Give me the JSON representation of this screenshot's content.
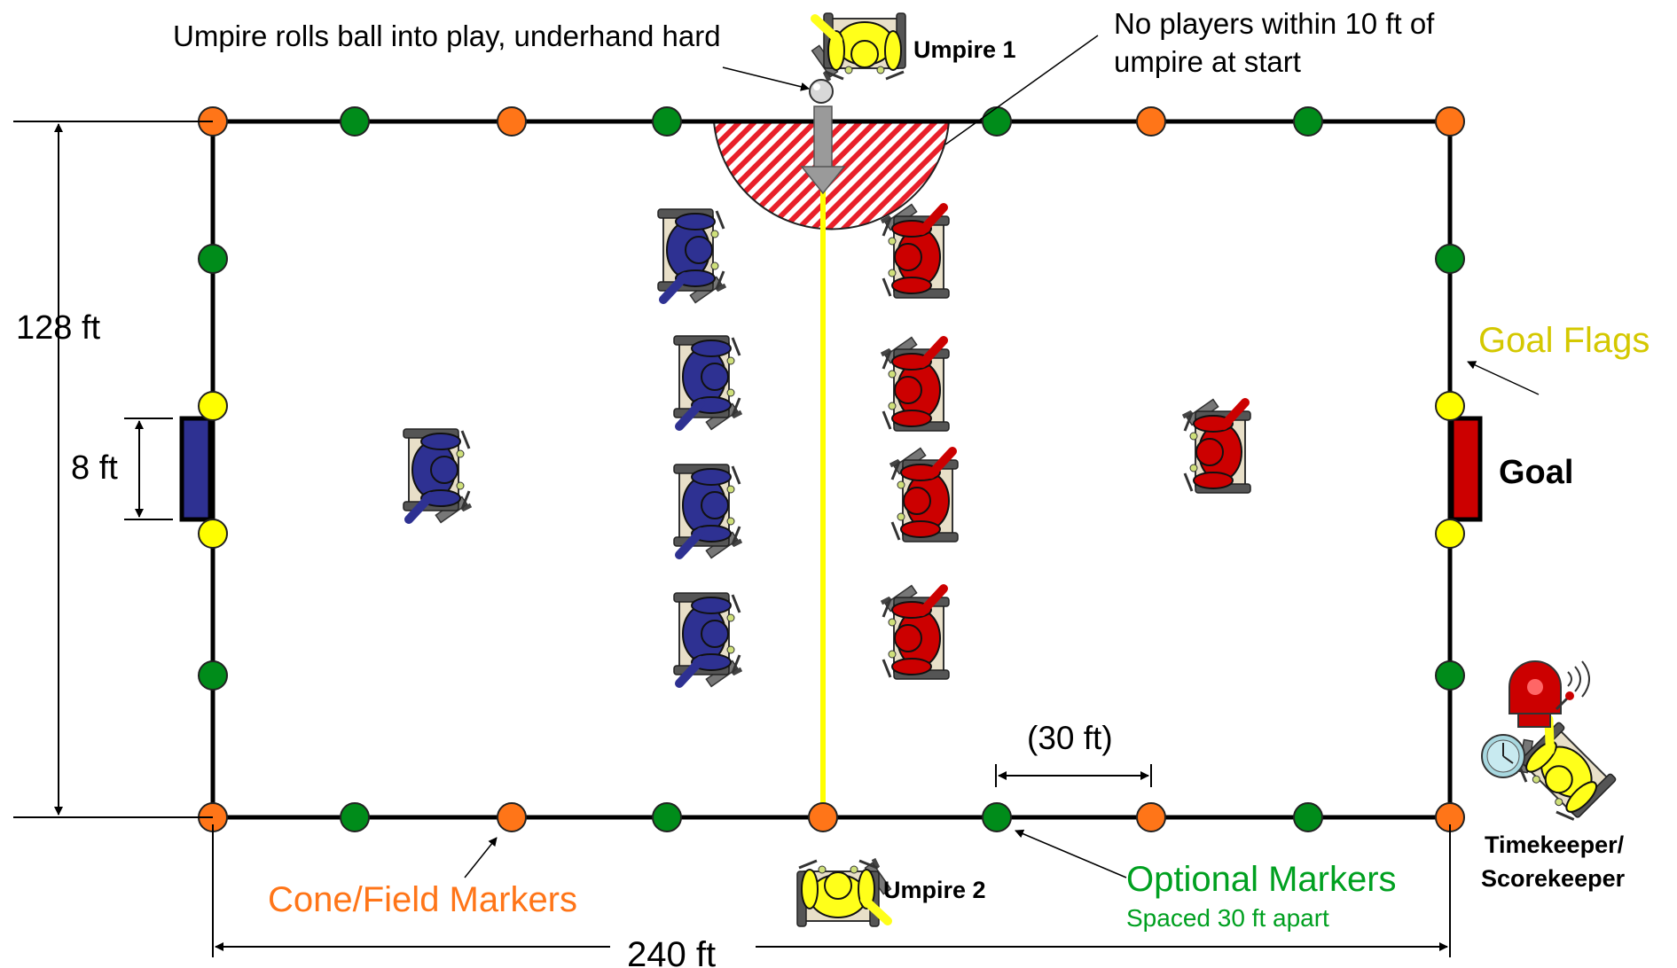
{
  "colors": {
    "field_line": "#000000",
    "cone": "#ff7518",
    "optional": "#008c1a",
    "goal_flag": "#ffff00",
    "center_line": "#ffff00",
    "blue_team": "#2e3192",
    "red_team": "#cc0000",
    "official": "#ffff1a",
    "goal_blue": "#2e3192",
    "goal_red": "#cc0000",
    "hatch": "#e8202a"
  },
  "labels": {
    "umpire_roll": "Umpire rolls ball into play, underhand hard",
    "no_players_line1": "No players within 10 ft of",
    "no_players_line2": "umpire at start",
    "umpire1": "Umpire 1",
    "umpire2": "Umpire 2",
    "height_dim": "128 ft",
    "goal_width_dim": "8 ft",
    "goal_flags": "Goal Flags",
    "goal": "Goal",
    "spacing_dim": "(30 ft)",
    "cone_markers": "Cone/Field Markers",
    "optional_markers": "Optional Markers",
    "optional_spacing": "Spaced 30 ft apart",
    "length_dim": "240 ft",
    "timekeeper_line1": "Timekeeper/",
    "timekeeper_line2": "Scorekeeper"
  },
  "icons": {
    "players": "wheelchair-player-icon",
    "officials": "wheelchair-official-icon",
    "ball": "ball-icon",
    "bell": "bell-icon",
    "clock": "clock-icon"
  }
}
